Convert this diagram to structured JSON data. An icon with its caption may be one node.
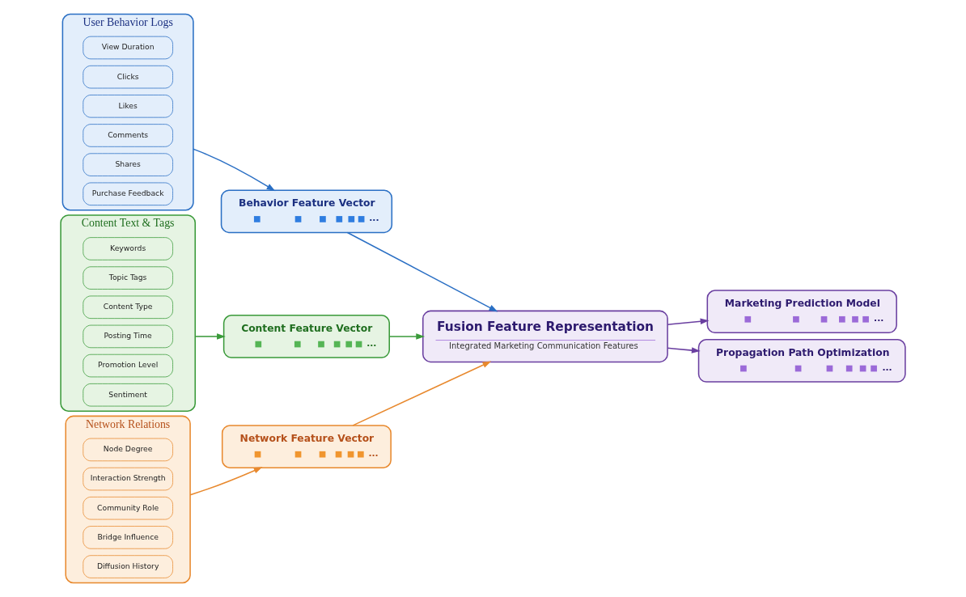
{
  "diagram": {
    "nodes": [
      {
        "text": [
          "User Behavior Logs"
        ]
      },
      {
        "text": [
          "View Duration"
        ],
        "in": 0
      },
      {
        "text": [
          "Clicks"
        ],
        "in": 0
      },
      {
        "text": [
          "Likes"
        ],
        "in": 0
      },
      {
        "text": [
          "Comments"
        ],
        "in": 0
      },
      {
        "text": [
          "Shares"
        ],
        "in": 0
      },
      {
        "text": [
          "Purchase Feedback"
        ],
        "in": 0
      },
      {
        "text": [
          "Content Text & Tags"
        ]
      },
      {
        "text": [
          "Keywords"
        ],
        "in": 7
      },
      {
        "text": [
          "Topic Tags"
        ],
        "in": 7
      },
      {
        "text": [
          "Content Type"
        ],
        "in": 7
      },
      {
        "text": [
          "Posting Time"
        ],
        "in": 7
      },
      {
        "text": [
          "Promotion Level"
        ],
        "in": 7
      },
      {
        "text": [
          "Sentiment"
        ],
        "in": 7
      },
      {
        "text": [
          "Network Relations"
        ]
      },
      {
        "text": [
          "Node Degree"
        ],
        "in": 14
      },
      {
        "text": [
          "Interaction Strength"
        ],
        "in": 14
      },
      {
        "text": [
          "Community Role"
        ],
        "in": 14
      },
      {
        "text": [
          "Bridge Influence"
        ],
        "in": 14
      },
      {
        "text": [
          "Diffusion History"
        ],
        "in": 14
      },
      {
        "text": [
          "Behavior Feature Vector",
          "..."
        ]
      },
      {
        "text": [
          "Content Feature Vector",
          "..."
        ]
      },
      {
        "text": [
          "Network Feature Vector",
          "..."
        ]
      },
      {
        "text": [
          "Fusion Feature Representation",
          "Integrated Marketing Communication Features"
        ]
      },
      {
        "text": [
          "Marketing Prediction Model",
          "..."
        ]
      },
      {
        "text": [
          "Propagation Path Optimization",
          "..."
        ]
      }
    ],
    "edges": [
      {
        "from": 0,
        "to": 20,
        "arrow": "to",
        "color": "#2a6fc4"
      },
      {
        "from": 20,
        "to": 23,
        "arrow": "to",
        "color": "#2a6fc4"
      },
      {
        "from": 7,
        "to": 21,
        "arrow": "to",
        "color": "#3a9a3a"
      },
      {
        "from": 21,
        "to": 23,
        "arrow": "to",
        "color": "#3a9a3a"
      },
      {
        "from": 14,
        "to": 22,
        "arrow": "to",
        "color": "#e8892e"
      },
      {
        "from": 22,
        "to": 23,
        "arrow": "to",
        "color": "#e8892e"
      },
      {
        "from": 23,
        "to": 24,
        "arrow": "to",
        "color": "#6a3fa0"
      },
      {
        "from": 23,
        "to": 25,
        "arrow": "to",
        "color": "#6a3fa0"
      }
    ]
  }
}
